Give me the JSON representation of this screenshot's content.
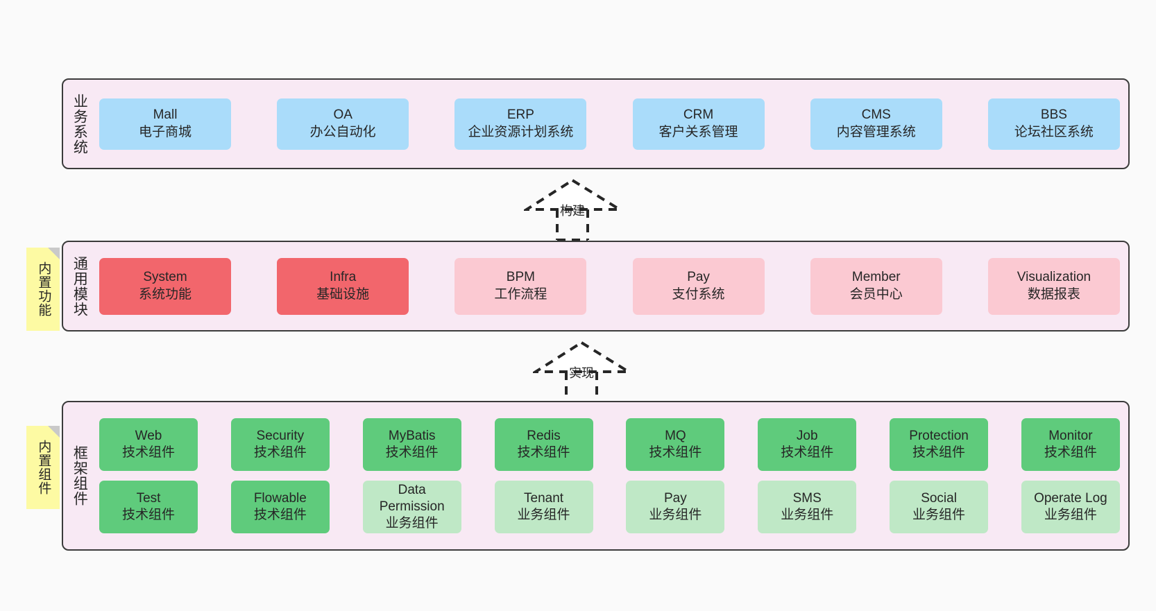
{
  "diagram": {
    "background": "#fafafa",
    "panel_bg": "#f8e9f4",
    "panel_border": "#3b3b3b",
    "note_bg": "#fdfaa3"
  },
  "layers": [
    {
      "key": "business",
      "title": "业务系统",
      "note": null,
      "rows": [
        {
          "cards": [
            {
              "t1": "Mall",
              "t2": "电子商城",
              "color": "#aadcfa"
            },
            {
              "t1": "OA",
              "t2": "办公自动化",
              "color": "#aadcfa"
            },
            {
              "t1": "ERP",
              "t2": "企业资源计划系统",
              "color": "#aadcfa"
            },
            {
              "t1": "CRM",
              "t2": "客户关系管理",
              "color": "#aadcfa"
            },
            {
              "t1": "CMS",
              "t2": "内容管理系统",
              "color": "#aadcfa"
            },
            {
              "t1": "BBS",
              "t2": "论坛社区系统",
              "color": "#aadcfa"
            }
          ]
        }
      ]
    },
    {
      "key": "module",
      "title": "通用模块",
      "note": "内置功能",
      "rows": [
        {
          "cards": [
            {
              "t1": "System",
              "t2": "系统功能",
              "color": "#f2666c"
            },
            {
              "t1": "Infra",
              "t2": "基础设施",
              "color": "#f2666c"
            },
            {
              "t1": "BPM",
              "t2": "工作流程",
              "color": "#fbc9d2"
            },
            {
              "t1": "Pay",
              "t2": "支付系统",
              "color": "#fbc9d2"
            },
            {
              "t1": "Member",
              "t2": "会员中心",
              "color": "#fbc9d2"
            },
            {
              "t1": "Visualization",
              "t2": "数据报表",
              "color": "#fbc9d2"
            }
          ]
        }
      ]
    },
    {
      "key": "framework",
      "title": "框架组件",
      "note": "内置组件",
      "rows": [
        {
          "cards": [
            {
              "t1": "Web",
              "t2": "技术组件",
              "color": "#5fcb7c"
            },
            {
              "t1": "Security",
              "t2": "技术组件",
              "color": "#5fcb7c"
            },
            {
              "t1": "MyBatis",
              "t2": "技术组件",
              "color": "#5fcb7c"
            },
            {
              "t1": "Redis",
              "t2": "技术组件",
              "color": "#5fcb7c"
            },
            {
              "t1": "MQ",
              "t2": "技术组件",
              "color": "#5fcb7c"
            },
            {
              "t1": "Job",
              "t2": "技术组件",
              "color": "#5fcb7c"
            },
            {
              "t1": "Protection",
              "t2": "技术组件",
              "color": "#5fcb7c"
            },
            {
              "t1": "Monitor",
              "t2": "技术组件",
              "color": "#5fcb7c"
            }
          ]
        },
        {
          "cards": [
            {
              "t1": "Test",
              "t2": "技术组件",
              "color": "#5fcb7c"
            },
            {
              "t1": "Flowable",
              "t2": "技术组件",
              "color": "#5fcb7c"
            },
            {
              "t1": "Data Permission",
              "t2": "业务组件",
              "color": "#bfe8c6"
            },
            {
              "t1": "Tenant",
              "t2": "业务组件",
              "color": "#bfe8c6"
            },
            {
              "t1": "Pay",
              "t2": "业务组件",
              "color": "#bfe8c6"
            },
            {
              "t1": "SMS",
              "t2": "业务组件",
              "color": "#bfe8c6"
            },
            {
              "t1": "Social",
              "t2": "业务组件",
              "color": "#bfe8c6"
            },
            {
              "t1": "Operate Log",
              "t2": "业务组件",
              "color": "#bfe8c6"
            }
          ]
        }
      ]
    }
  ],
  "connectors": [
    {
      "key": "build",
      "label": "构建"
    },
    {
      "key": "implement",
      "label": "实现"
    }
  ]
}
